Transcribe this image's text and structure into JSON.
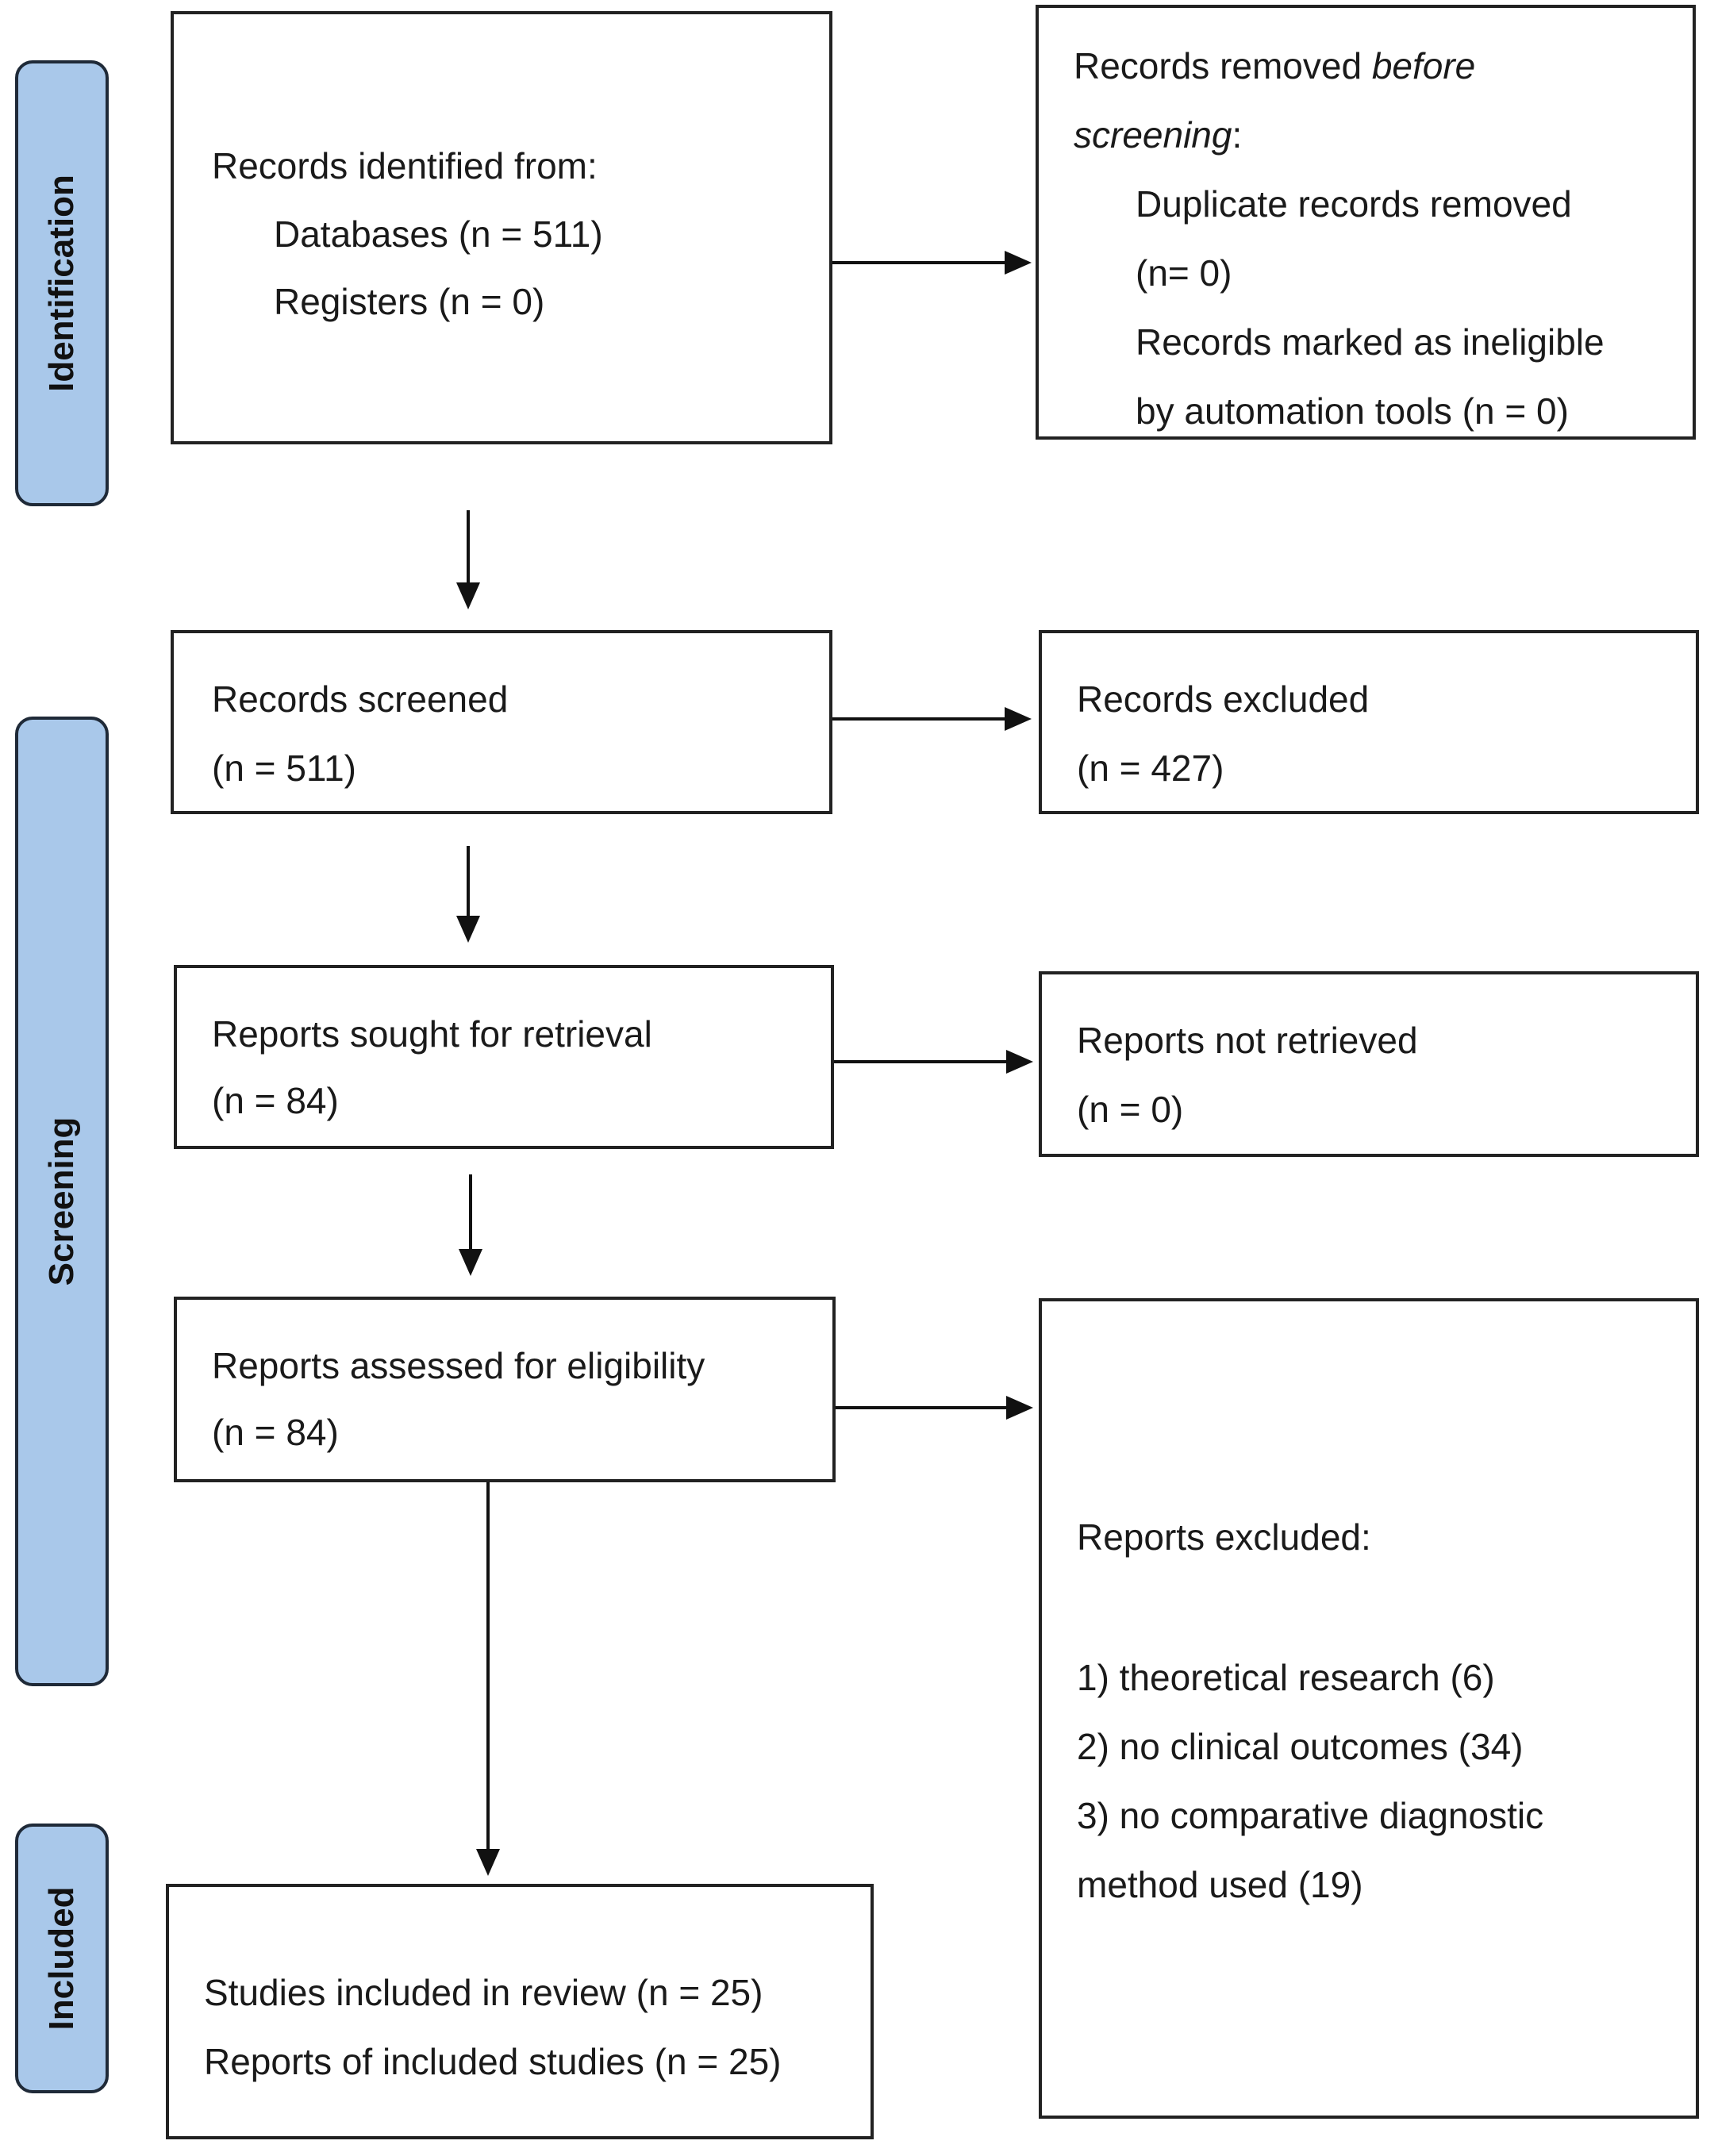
{
  "phases": {
    "identification": "Identification",
    "screening": "Screening",
    "included": "Included"
  },
  "identified": {
    "title": "Records identified from:",
    "databases": "Databases (n = 511)",
    "registers": "Registers (n = 0)"
  },
  "removed_before_screening": {
    "title_prefix": "Records removed ",
    "title_emphasis": "before",
    "title_emphasis_2": "screening",
    "title_suffix": ":",
    "duplicates_label": "Duplicate records removed",
    "duplicates_count": "(n= 0)",
    "ineligible_label": "Records marked as ineligible",
    "ineligible_detail": "by automation tools (n = 0)"
  },
  "screened": {
    "title": "Records screened",
    "count": "(n = 511)"
  },
  "excluded": {
    "title": "Records excluded",
    "count": "(n = 427)"
  },
  "sought": {
    "title": "Reports sought for retrieval",
    "count": "(n = 84)"
  },
  "not_retrieved": {
    "title": "Reports not retrieved",
    "count": "(n = 0)"
  },
  "assessed": {
    "title": "Reports assessed for eligibility",
    "count": "(n = 84)"
  },
  "reports_excluded": {
    "title": "Reports excluded:",
    "reasons": [
      "1) theoretical research (6)",
      "2) no clinical outcomes (34)",
      "3) no comparative diagnostic",
      "method used (19)"
    ]
  },
  "included": {
    "studies": "Studies included in review (n = 25)",
    "reports": "Reports of included studies (n = 25)"
  }
}
